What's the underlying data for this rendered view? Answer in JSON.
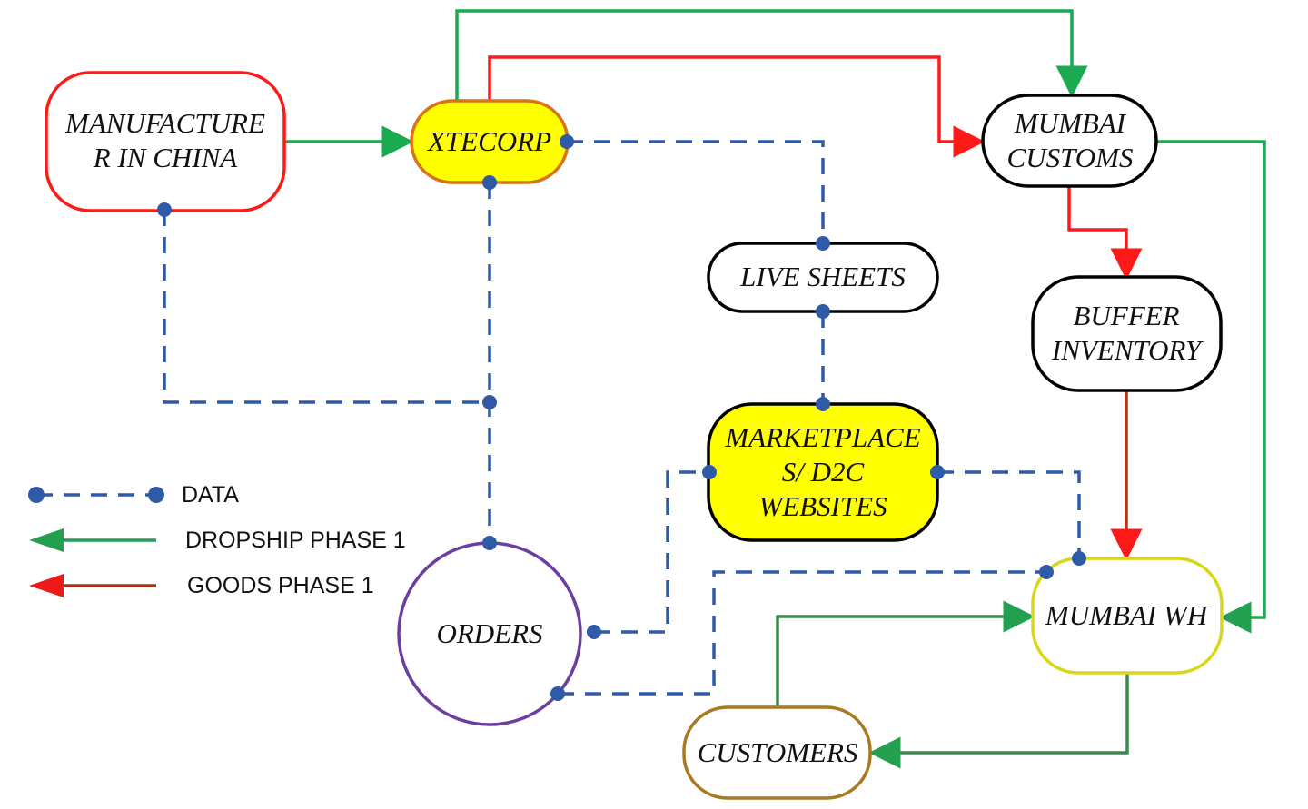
{
  "diagram": {
    "nodes": {
      "manufacturer": {
        "lines": [
          "MANUFACTURE",
          "R IN CHINA"
        ],
        "border": "#ff1a1a",
        "fill": "#ffffff"
      },
      "xtecorp": {
        "lines": [
          "XTECORP"
        ],
        "border": "#d9731a",
        "fill": "#ffff00"
      },
      "mumbai_customs": {
        "lines": [
          "MUMBAI",
          "CUSTOMS"
        ],
        "border": "#000000",
        "fill": "#ffffff"
      },
      "live_sheets": {
        "lines": [
          "LIVE SHEETS"
        ],
        "border": "#000000",
        "fill": "#ffffff"
      },
      "buffer_inventory": {
        "lines": [
          "BUFFER",
          "INVENTORY"
        ],
        "border": "#000000",
        "fill": "#ffffff"
      },
      "marketplaces": {
        "lines": [
          "MARKETPLACE",
          "S/ D2C",
          "WEBSITES"
        ],
        "border": "#000000",
        "fill": "#ffff00"
      },
      "orders": {
        "lines": [
          "ORDERS"
        ],
        "border": "#6a3fa0",
        "fill": "#ffffff"
      },
      "mumbai_wh": {
        "lines": [
          "MUMBAI WH"
        ],
        "border": "#d8d81a",
        "fill": "#ffffff"
      },
      "customers": {
        "lines": [
          "CUSTOMERS"
        ],
        "border": "#a87a20",
        "fill": "#ffffff"
      }
    },
    "edges": [
      {
        "from": "manufacturer",
        "to": "xtecorp",
        "type": "dropship"
      },
      {
        "from": "xtecorp",
        "to": "mumbai_customs",
        "type": "dropship"
      },
      {
        "from": "xtecorp",
        "to": "mumbai_customs",
        "type": "goods"
      },
      {
        "from": "mumbai_customs",
        "to": "buffer_inventory",
        "type": "goods"
      },
      {
        "from": "mumbai_customs",
        "to": "mumbai_wh",
        "type": "dropship"
      },
      {
        "from": "buffer_inventory",
        "to": "mumbai_wh",
        "type": "goods"
      },
      {
        "from": "mumbai_wh",
        "to": "customers",
        "type": "dropship"
      },
      {
        "from": "customers",
        "to": "mumbai_wh",
        "type": "dropship"
      },
      {
        "from": "xtecorp",
        "to": "live_sheets",
        "type": "data"
      },
      {
        "from": "live_sheets",
        "to": "marketplaces",
        "type": "data"
      },
      {
        "from": "manufacturer",
        "to": "orders",
        "type": "data"
      },
      {
        "from": "xtecorp",
        "to": "orders",
        "type": "data"
      },
      {
        "from": "orders",
        "to": "marketplaces",
        "type": "data"
      },
      {
        "from": "marketplaces",
        "to": "mumbai_wh",
        "type": "data"
      },
      {
        "from": "orders",
        "to": "mumbai_wh",
        "type": "data"
      }
    ]
  },
  "legend": {
    "data": "DATA",
    "dropship": "DROPSHIP PHASE 1",
    "goods": "GOODS PHASE 1"
  },
  "colors": {
    "dropship": "#1aaa50",
    "goods": "#ff1a1a",
    "data": "#2e5aa8"
  }
}
